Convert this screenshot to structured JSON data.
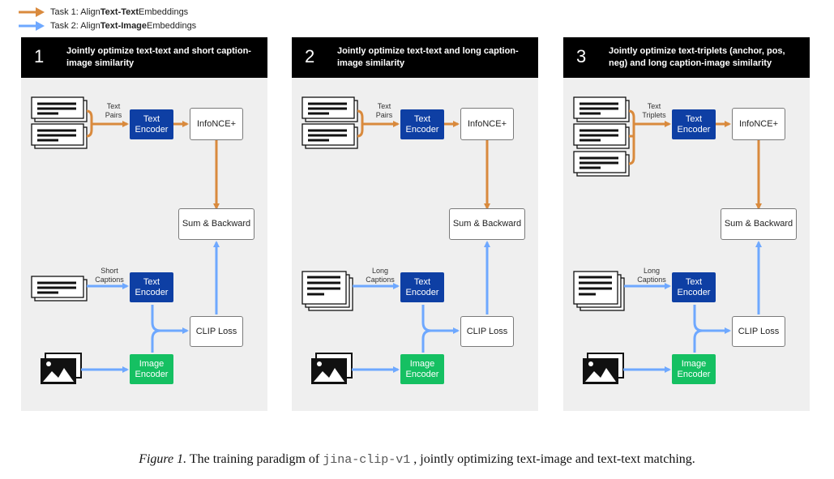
{
  "legend": {
    "task1": {
      "prefix": "Task 1: Align ",
      "bold": "Text-Text",
      "suffix": " Embeddings",
      "color": "#d98a3d"
    },
    "task2": {
      "prefix": "Task 2: Align ",
      "bold": "Text-Image",
      "suffix": " Embeddings",
      "color": "#6ea8ff"
    }
  },
  "panels": [
    {
      "number": "1",
      "title": "Jointly optimize text-text and short caption-image similarity",
      "pair_label": "Text\nPairs",
      "caption_label": "Short\nCaptions",
      "text_encoder": "Text\nEncoder",
      "caption_encoder": "Text\nEncoder",
      "image_encoder": "Image\nEncoder",
      "infonce": "InfoNCE+",
      "sum": "Sum & Backward",
      "clip": "CLIP Loss"
    },
    {
      "number": "2",
      "title": "Jointly optimize text-text and long caption-image similarity",
      "pair_label": "Text\nPairs",
      "caption_label": "Long\nCaptions",
      "text_encoder": "Text\nEncoder",
      "caption_encoder": "Text\nEncoder",
      "image_encoder": "Image\nEncoder",
      "infonce": "InfoNCE+",
      "sum": "Sum & Backward",
      "clip": "CLIP Loss"
    },
    {
      "number": "3",
      "title": "Jointly optimize text-triplets (anchor, pos, neg) and long caption-image similarity",
      "pair_label": "Text\nTriplets",
      "caption_label": "Long\nCaptions",
      "text_encoder": "Text\nEncoder",
      "caption_encoder": "Text\nEncoder",
      "image_encoder": "Image\nEncoder",
      "infonce": "InfoNCE+",
      "sum": "Sum & Backward",
      "clip": "CLIP Loss"
    }
  ],
  "caption": {
    "figure": "Figure 1.",
    "text_before": " The training paradigm of ",
    "model": "jina-clip-v1",
    "text_after": " , jointly optimizing text-image and text-text matching."
  }
}
